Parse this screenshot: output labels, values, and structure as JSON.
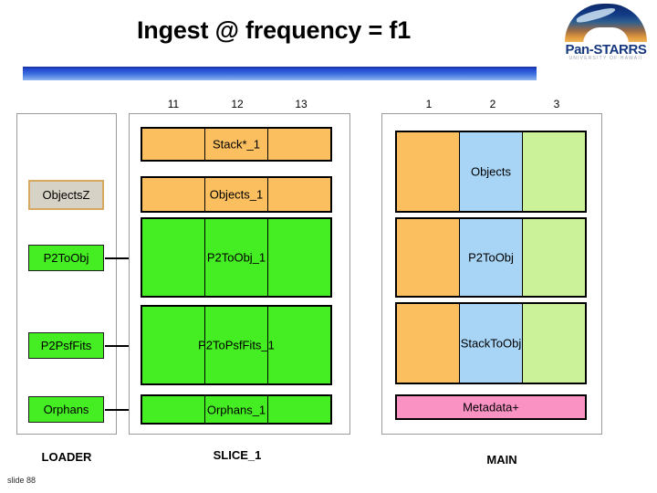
{
  "slide": {
    "title": "Ingest @ frequency = f1",
    "number_label": "slide 88"
  },
  "logo": {
    "name": "Pan-STARRS",
    "subtitle": "UNIVERSITY OF HAWAII"
  },
  "ticks": {
    "slice": [
      "11",
      "12",
      "13"
    ],
    "main": [
      "1",
      "2",
      "3"
    ]
  },
  "loader": {
    "footer": "LOADER",
    "boxes": [
      {
        "label": "ObjectsZ",
        "style": "gray-tan"
      },
      {
        "label": "P2ToObj",
        "style": "green"
      },
      {
        "label": "P2PsfFits",
        "style": "green"
      },
      {
        "label": "Orphans",
        "style": "green"
      }
    ]
  },
  "slice": {
    "footer": "SLICE_1",
    "rows": [
      {
        "label": "Stack*_1",
        "color": "orange"
      },
      {
        "label": "Objects_1",
        "color": "orange"
      },
      {
        "label": "P2ToObj_1",
        "color": "green"
      },
      {
        "label": "P2ToPsfFits_1",
        "color": "green"
      },
      {
        "label": "Orphans_1",
        "color": "green"
      }
    ]
  },
  "main": {
    "footer": "MAIN",
    "rows": [
      {
        "label": "Objects",
        "columns": [
          "orange",
          "blue",
          "light-green"
        ]
      },
      {
        "label": "P2ToObj",
        "columns": [
          "orange",
          "blue",
          "light-green"
        ]
      },
      {
        "label": "StackToObj",
        "columns": [
          "orange",
          "blue",
          "light-green"
        ]
      },
      {
        "label": "Metadata+",
        "columns": [
          "pink"
        ]
      }
    ]
  },
  "colors": {
    "orange": "#fbbf60",
    "green": "#44ee22",
    "blue": "#a8d4f5",
    "light_green": "#ccf299",
    "pink": "#fb92c4",
    "gray_box": "#d6d2c6",
    "tan_border": "#d6a860",
    "rule_dark": "#15309e",
    "rule_light": "#8fb6ef",
    "logo_text": "#16387f"
  }
}
